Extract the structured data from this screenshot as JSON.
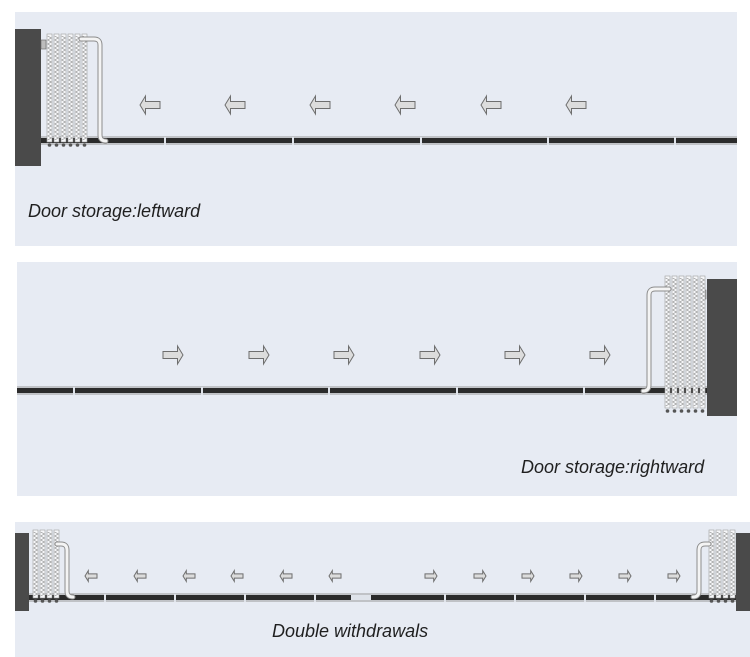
{
  "panels": [
    {
      "caption": "Door storage:leftward",
      "direction": "left"
    },
    {
      "caption": "Door storage:rightward",
      "direction": "right"
    },
    {
      "caption": "Double withdrawals",
      "direction": "both"
    }
  ],
  "colors": {
    "panel_background": "#e7ebf3",
    "wall": "#4a4a4a",
    "track": "#2b2b2b",
    "arrow_fill": "#dcdcdc",
    "arrow_stroke": "#6e6e6e"
  }
}
